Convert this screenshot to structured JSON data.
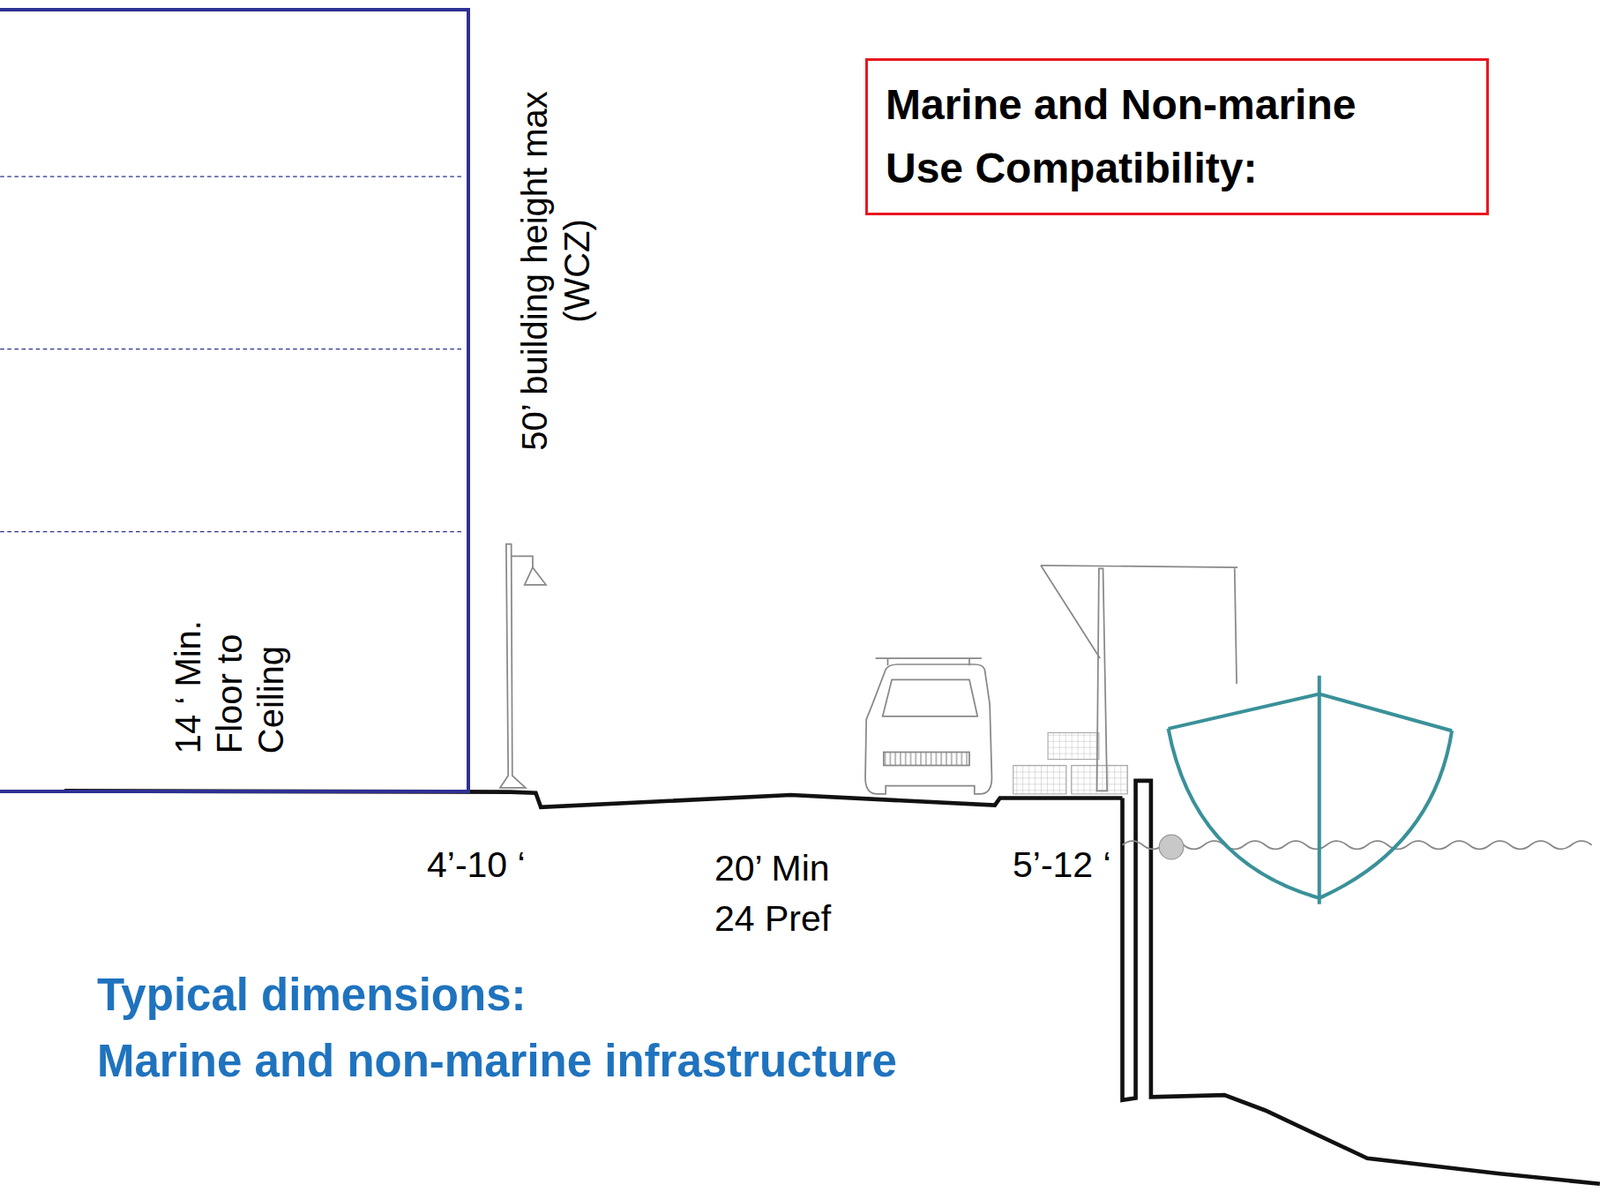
{
  "diagram": {
    "nodes": [
      {
        "text": [
          "14 ‘ Min. Floor to Ceiling"
        ]
      },
      {
        "text": [
          "Marine and Non-marine Use Compatibility:"
        ]
      }
    ],
    "labels": [
      "50’ building height max (WCZ)",
      "4’-10 ‘",
      "20’ Min 24 Pref",
      "5’-12 ‘",
      "Typical dimensions:",
      "Marine and non-marine infrastructure"
    ]
  }
}
